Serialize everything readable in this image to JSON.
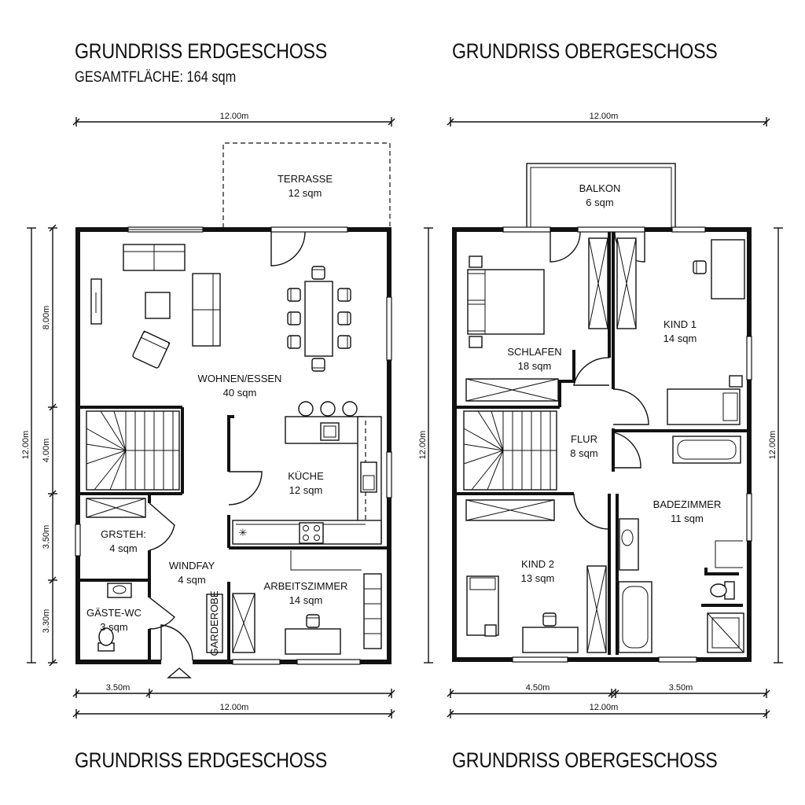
{
  "ground_floor": {
    "title_top": "GRUNDRISS ERDGESCHOSS",
    "area_label": "GESAMTFLÄCHE: 164 sqm",
    "title_bottom": "GRUNDRISS ERDGESCHOSS",
    "dims": {
      "width_top": "12.00m",
      "width_bottom": "12.00m",
      "left_segment": "3.50m",
      "height_total": "12.00m",
      "seg_1": "8.00m",
      "seg_2": "4.00m",
      "seg_3": "3.50m",
      "seg_4": "3.30m"
    },
    "rooms": {
      "terrasse": {
        "name": "TERRASSE",
        "area": "12 sqm"
      },
      "wohnen": {
        "name": "WOHNEN/ESSEN",
        "area": "40 sqm"
      },
      "kueche": {
        "name": "KÜCHE",
        "area": "12 sqm"
      },
      "gasteh": {
        "name": "GRSTEH:",
        "area": "4 sqm"
      },
      "windfay": {
        "name": "WINDFAY",
        "area": "4 sqm"
      },
      "arbeitszimmer": {
        "name": "ARBEITSZIMMER",
        "area": "14 sqm"
      },
      "gaeste_wc": {
        "name": "GÄSTE-WC",
        "area": "3 sqm"
      },
      "garderobe": {
        "name": "GARDEROBE"
      }
    }
  },
  "upper_floor": {
    "title_top": "GRUNDRISS OBERGESCHOSS",
    "title_bottom": "GRUNDRISS OBERGESCHOSS",
    "dims": {
      "width_top": "12.00m",
      "width_bottom": "12.00m",
      "left_segment": "4.50m",
      "right_segment": "3.50m",
      "height_left": "12.00m",
      "height_right": "12.00m"
    },
    "rooms": {
      "balkon": {
        "name": "BALKON",
        "area": "6 sqm"
      },
      "schlafen": {
        "name": "SCHLAFEN",
        "area": "18 sqm"
      },
      "kind1": {
        "name": "KIND 1",
        "area": "14 sqm"
      },
      "flur": {
        "name": "FLUR",
        "area": "8 sqm"
      },
      "badezimmer": {
        "name": "BADEZIMMER",
        "area": "11 sqm"
      },
      "kind2": {
        "name": "KIND 2",
        "area": "13 sqm"
      }
    }
  }
}
